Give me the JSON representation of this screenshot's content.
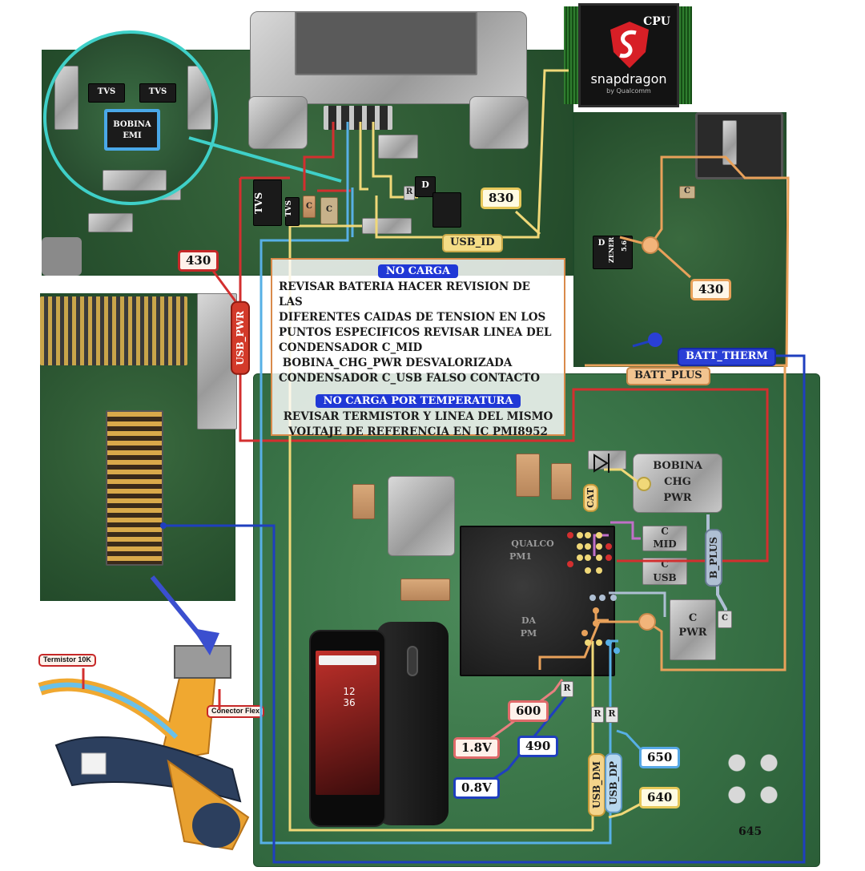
{
  "cpu": {
    "brand": "snapdragon",
    "maker": "by Qualcomm",
    "tag": "CPU"
  },
  "zoom": {
    "tvs_left": "TVS",
    "tvs_right": "TVS",
    "coil_line1": "BOBINA",
    "coil_line2": "EMI"
  },
  "note": {
    "heading1": "NO CARGA",
    "lines1": [
      "REVISAR BATERIA HACER REVISION DE LAS",
      "DIFERENTES CAIDAS DE TENSION EN LOS",
      "PUNTOS ESPECIFICOS REVISAR LINEA DEL",
      "CONDENSADOR C_MID",
      " BOBINA_CHG_PWR DESVALORIZADA",
      "CONDENSADOR C_USB FALSO CONTACTO"
    ],
    "heading2": "NO CARGA POR TEMPERATURA",
    "lines2": [
      "REVISAR TERMISTOR Y LINEA DEL MISMO",
      "VOLTAJE DE REFERENCIA EN IC PMI8952"
    ]
  },
  "labels": {
    "v430_left": "430",
    "v830": "830",
    "usb_id": "USB_ID",
    "usb_pwr": "USB_PWR",
    "v430_right": "430",
    "batt_therm": "BATT_THERM",
    "batt_plus": "BATT_PLUS",
    "b_plus": "B_PLUS",
    "v600": "600",
    "v18": "1.8V",
    "v490": "490",
    "v08": "0.8V",
    "usb_dm": "USB_DM",
    "usb_dp": "USB_DP",
    "v650": "650",
    "v640": "640",
    "v645": "645"
  },
  "components": {
    "tvs_big": "TVS",
    "tvs_small": "TVS",
    "c": "C",
    "r": "R",
    "d": "D",
    "zener_d": "D",
    "zener": "ZENER",
    "zener_v": "5.6",
    "cat": "CAT",
    "bobina_line1": "BOBINA",
    "bobina_line2": "CHG",
    "bobina_line3": "PWR",
    "c_mid_line1": "C",
    "c_mid_line2": "MID",
    "c_usb_line1": "C",
    "c_usb_line2": "USB",
    "c_pwr_line1": "C",
    "c_pwr_line2": "PWR",
    "chip_text1": "QUALCO",
    "chip_text2": "PM1",
    "chip_text3": "DA",
    "chip_text4": "PM"
  },
  "flex": {
    "termistor": "Termistor 10K",
    "conector": "Conector Flex"
  },
  "phone": {
    "time": "12\n36"
  },
  "colors": {
    "red": "#d32f2f",
    "blue": "#1f3fbf",
    "light_blue": "#57b0e6",
    "yellow": "#f0d878",
    "orange": "#e8a15a",
    "cyan": "#3fd0c8",
    "pink": "#e88080",
    "purple": "#c070c8"
  }
}
